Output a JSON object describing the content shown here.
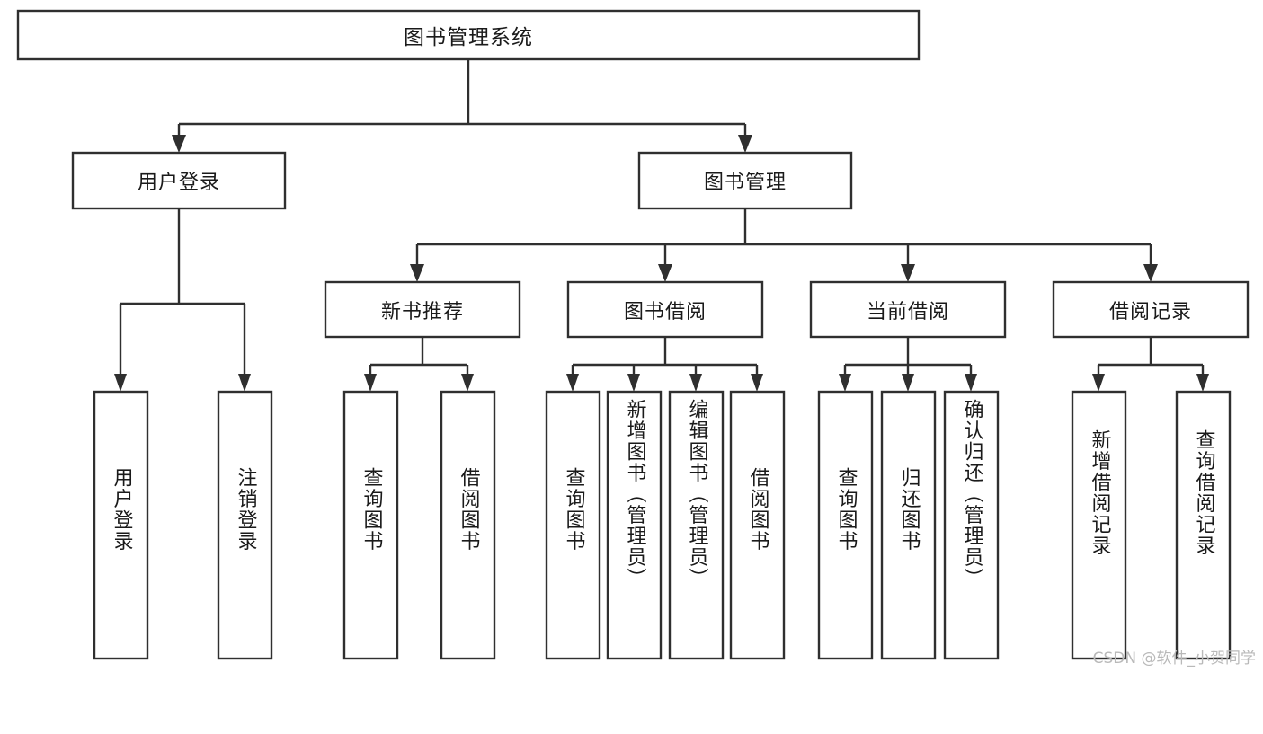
{
  "diagram": {
    "type": "tree",
    "title": "图书管理系统",
    "watermark": "CSDN @软件_小贺同学",
    "levels": {
      "root": {
        "label": "图书管理系统"
      },
      "level2": [
        {
          "id": "user-login",
          "label": "用户登录"
        },
        {
          "id": "book-management",
          "label": "图书管理"
        }
      ],
      "level3": [
        {
          "id": "new-book-recommend",
          "label": "新书推荐",
          "parent": "book-management"
        },
        {
          "id": "book-borrow",
          "label": "图书借阅",
          "parent": "book-management"
        },
        {
          "id": "current-borrow",
          "label": "当前借阅",
          "parent": "book-management"
        },
        {
          "id": "borrow-record",
          "label": "借阅记录",
          "parent": "book-management"
        }
      ],
      "leaves": [
        {
          "id": "leaf-user-login",
          "label": "用户登录",
          "parent": "user-login"
        },
        {
          "id": "leaf-logout-login",
          "label": "注销登录",
          "parent": "user-login"
        },
        {
          "id": "leaf-query-book-1",
          "label": "查询图书",
          "parent": "new-book-recommend"
        },
        {
          "id": "leaf-borrow-book-1",
          "label": "借阅图书",
          "parent": "new-book-recommend"
        },
        {
          "id": "leaf-query-book-2",
          "label": "查询图书",
          "parent": "book-borrow"
        },
        {
          "id": "leaf-add-book",
          "label": "新增图书（管理员）",
          "parent": "book-borrow"
        },
        {
          "id": "leaf-edit-book",
          "label": "编辑图书（管理员）",
          "parent": "book-borrow"
        },
        {
          "id": "leaf-borrow-book-2",
          "label": "借阅图书",
          "parent": "book-borrow"
        },
        {
          "id": "leaf-query-book-3",
          "label": "查询图书",
          "parent": "current-borrow"
        },
        {
          "id": "leaf-return-book",
          "label": "归还图书",
          "parent": "current-borrow"
        },
        {
          "id": "leaf-confirm-return",
          "label": "确认归还（管理员）",
          "parent": "current-borrow"
        },
        {
          "id": "leaf-add-record",
          "label": "新增借阅记录",
          "parent": "borrow-record"
        },
        {
          "id": "leaf-query-record",
          "label": "查询借阅记录",
          "parent": "borrow-record"
        }
      ]
    },
    "colors": {
      "box_stroke": "#2f2f2f",
      "box_fill": "#ffffff",
      "text": "#1a1a1a",
      "background": "#ffffff",
      "watermark": "#b9b9b9"
    }
  }
}
